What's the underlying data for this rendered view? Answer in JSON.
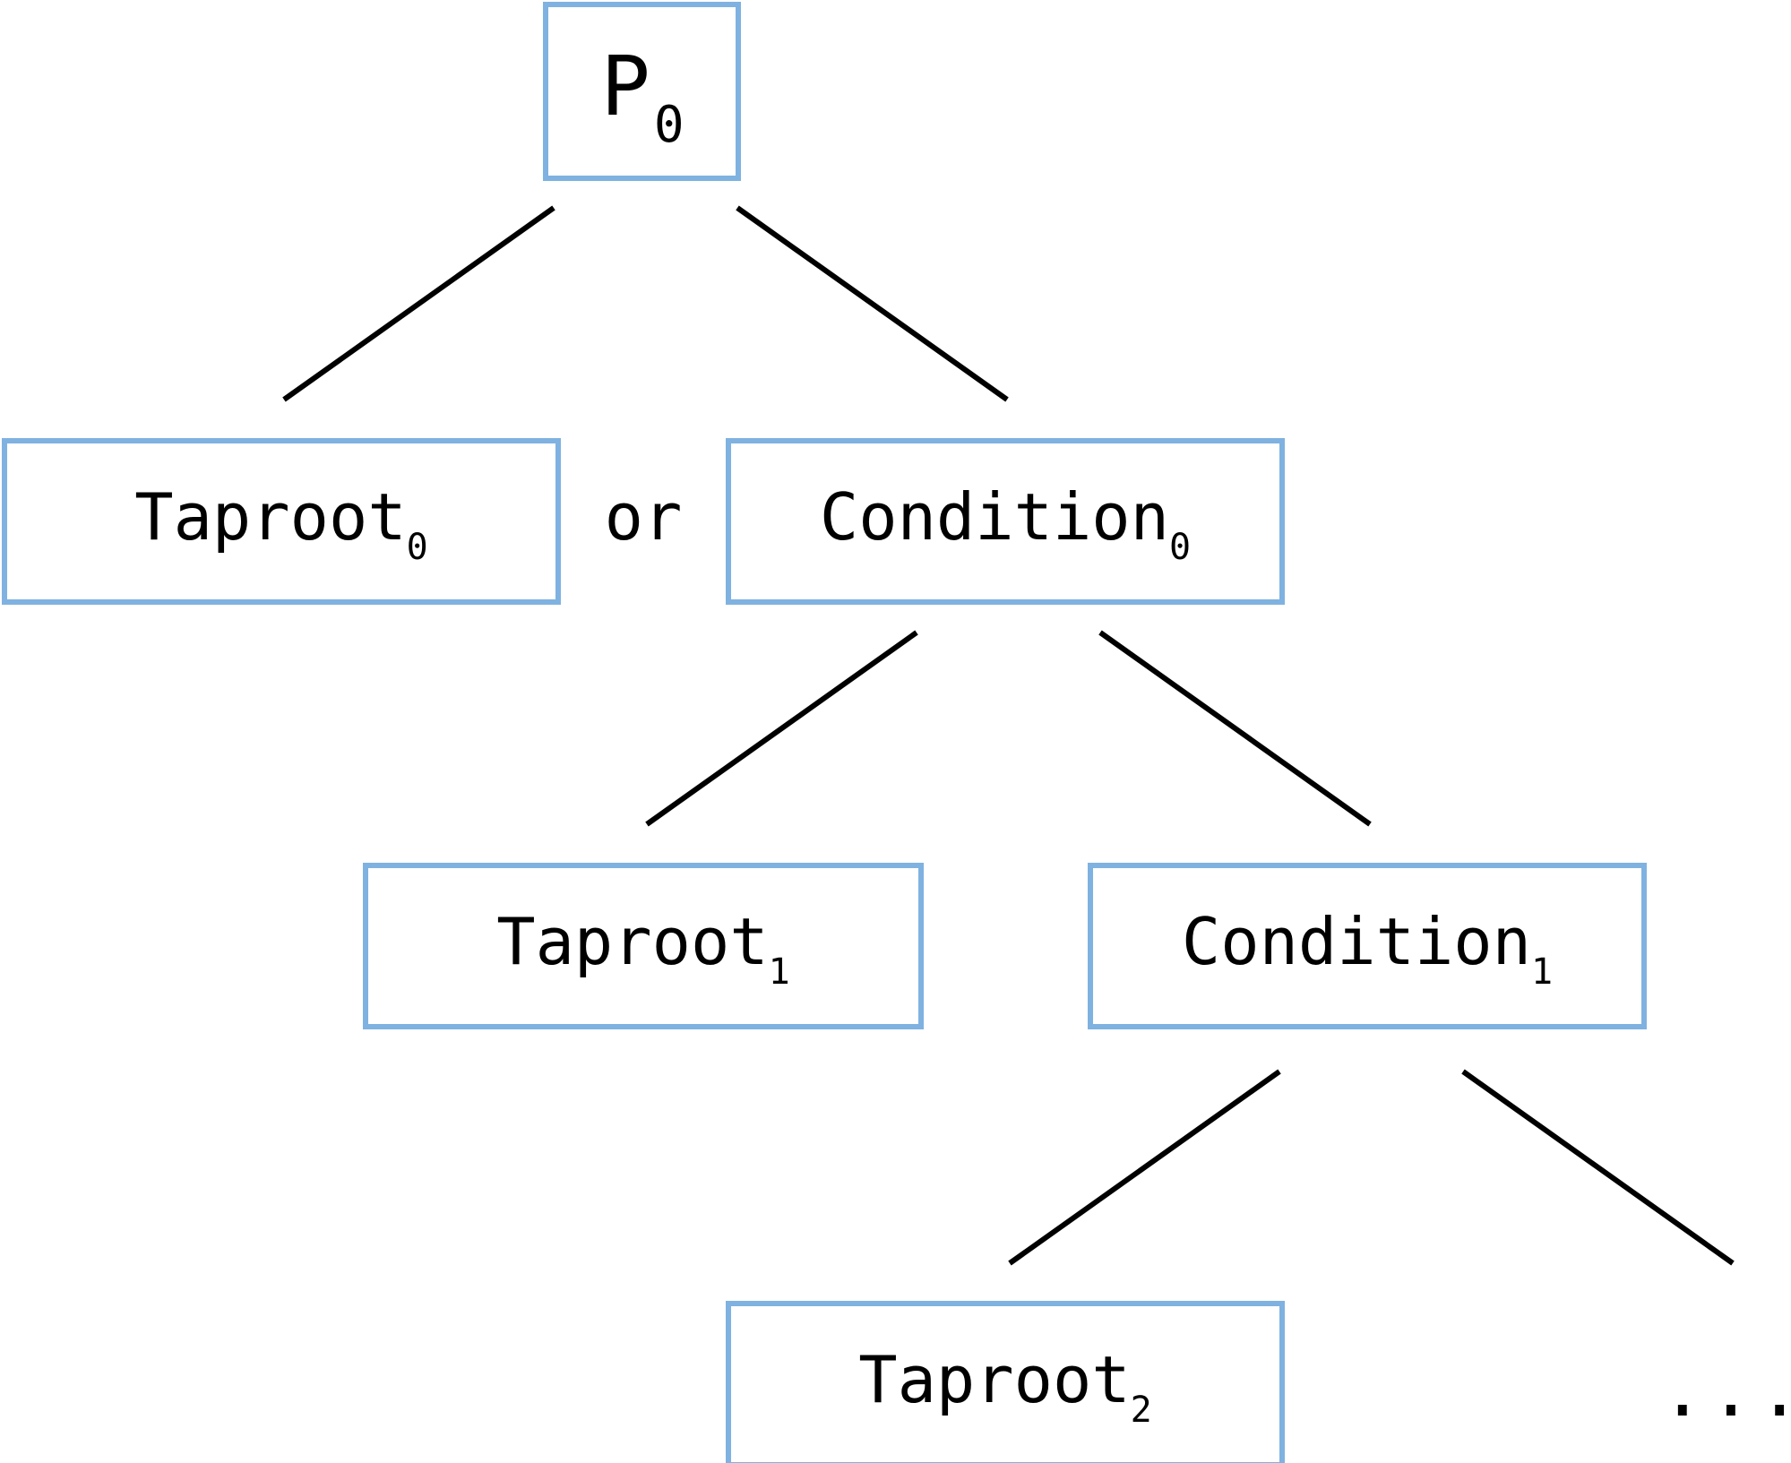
{
  "nodes": {
    "root": {
      "base": "P",
      "sub": "0"
    },
    "taproot_0": {
      "base": "Taproot",
      "sub": "0"
    },
    "condition_0": {
      "base": "Condition",
      "sub": "0"
    },
    "taproot_1": {
      "base": "Taproot",
      "sub": "1"
    },
    "condition_1": {
      "base": "Condition",
      "sub": "1"
    },
    "taproot_2": {
      "base": "Taproot",
      "sub": "2"
    }
  },
  "connector": "or",
  "continuation": "...",
  "colors": {
    "box_border": "#7fb2e0",
    "line": "#000000",
    "text": "#000000"
  }
}
